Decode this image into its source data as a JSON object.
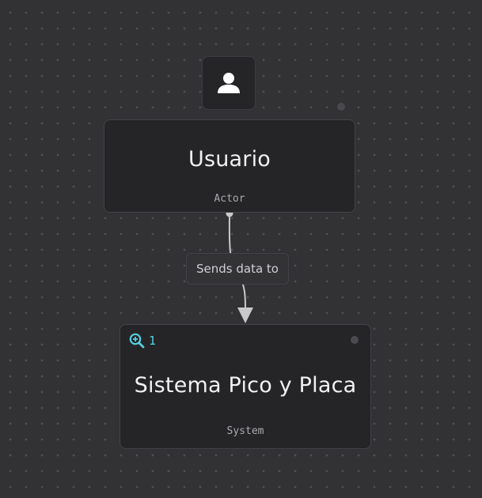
{
  "actor_node": {
    "icon": "user-icon",
    "title": "Usuario",
    "type": "Actor"
  },
  "edge": {
    "label": "Sends data to"
  },
  "system_node": {
    "zoom_icon": "zoom-in-icon",
    "zoom_count": "1",
    "title": "Sistema Pico y Placa",
    "type": "System"
  },
  "colors": {
    "background": "#323235",
    "node_fill": "#252527",
    "edge": "#c9c9cc",
    "zoom_accent": "#56cfe1"
  }
}
